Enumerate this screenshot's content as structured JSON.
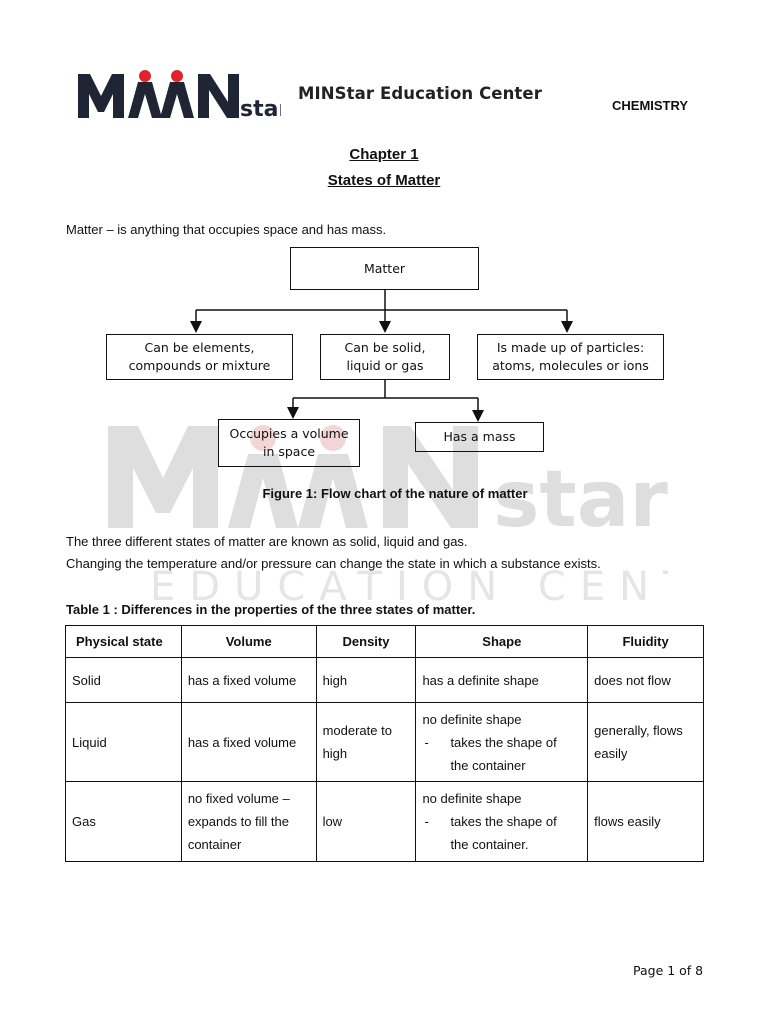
{
  "header": {
    "logo_text": "MINStar",
    "center_name": "MINStar Education Center",
    "subject": "CHEMISTRY"
  },
  "chapter": "Chapter 1",
  "topic": "States of Matter",
  "definition": "Matter – is anything that occupies space and has mass.",
  "flowchart": {
    "root": "Matter",
    "level2": [
      {
        "line1": "Can be elements,",
        "line2": "compounds or mixture"
      },
      {
        "line1": "Can be solid,",
        "line2": "liquid or gas"
      },
      {
        "line1": "Is made up of particles:",
        "line2": "atoms, molecules or ions"
      }
    ],
    "level3": [
      {
        "line1": "Occupies a volume",
        "line2": "in space"
      },
      {
        "line1": "Has a mass",
        "line2": ""
      }
    ],
    "caption": "Figure 1:  Flow chart of the nature of matter"
  },
  "paragraphs": [
    "The three different states of matter are known as solid, liquid and gas.",
    "Changing the temperature and/or pressure can change the state in which a substance exists."
  ],
  "watermark": {
    "brand": "MINStar",
    "sub": "EDUCATION CENTER"
  },
  "table": {
    "caption": "Table 1 : Differences in the properties of the three states of matter.",
    "headers": [
      "Physical state",
      "Volume",
      "Density",
      "Shape",
      "Fluidity"
    ],
    "rows": [
      {
        "state": "Solid",
        "volume": [
          "has a fixed volume"
        ],
        "density": [
          "high"
        ],
        "shape_main": "has a definite shape",
        "shape_sub": "",
        "fluidity": [
          "does not flow"
        ]
      },
      {
        "state": "Liquid",
        "volume": [
          "has a fixed volume"
        ],
        "density": [
          "moderate to",
          "high"
        ],
        "shape_main": "no definite shape",
        "shape_sub": [
          "takes the shape of",
          "the container"
        ],
        "fluidity": [
          "generally, flows",
          "easily"
        ]
      },
      {
        "state": "Gas",
        "volume": [
          "no fixed volume –",
          "expands to fill the",
          "container"
        ],
        "density": [
          "low"
        ],
        "shape_main": "no definite shape",
        "shape_sub": [
          "takes the shape of",
          "the container."
        ],
        "fluidity": [
          "flows easily"
        ]
      }
    ]
  },
  "footer": {
    "page": "Page 1 of 8"
  }
}
